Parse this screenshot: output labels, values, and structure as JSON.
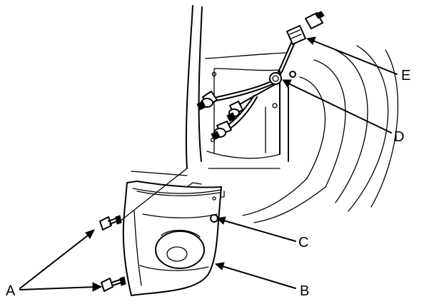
{
  "diagram": {
    "callouts": {
      "a": "A",
      "b": "B",
      "c": "C",
      "d": "D",
      "e": "E"
    }
  }
}
